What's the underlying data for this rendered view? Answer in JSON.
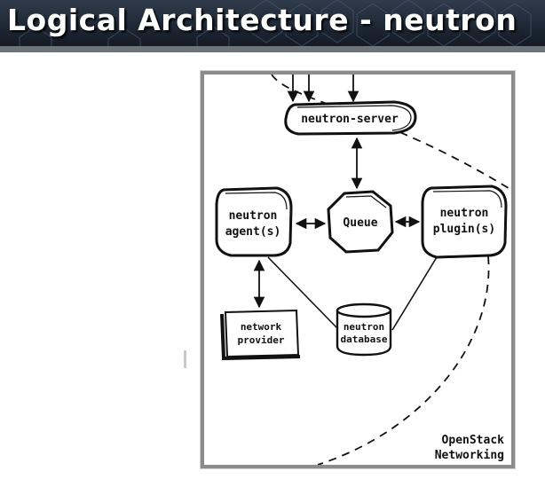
{
  "header": {
    "title": "Logical Architecture - neutron"
  },
  "diagram": {
    "nodes": {
      "server": {
        "label": "neutron-server"
      },
      "queue": {
        "label": "Queue"
      },
      "agent": {
        "line1": "neutron",
        "line2": "agent(s)"
      },
      "plugin": {
        "line1": "neutron",
        "line2": "plugin(s)"
      },
      "provider": {
        "line1": "network",
        "line2": "provider"
      },
      "database": {
        "line1": "neutron",
        "line2": "database"
      }
    },
    "caption": {
      "line1": "OpenStack",
      "line2": "Networking"
    }
  },
  "colors": {
    "banner": "#1d2633",
    "banner_stripe": "#6d747c",
    "frame": "#8c8c8c",
    "ink": "#111111"
  }
}
